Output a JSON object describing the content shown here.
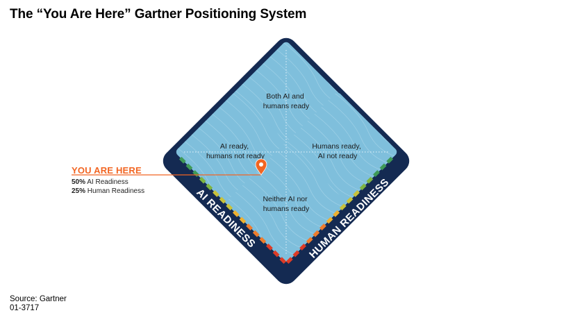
{
  "title": "The “You Are Here” Gartner Positioning System",
  "quadrants": {
    "top": [
      "Both AI and",
      "humans ready"
    ],
    "left": [
      "AI ready,",
      "humans not ready"
    ],
    "right": [
      "Humans ready,",
      "AI not ready"
    ],
    "bottom": [
      "Neither AI nor",
      "humans ready"
    ]
  },
  "axes": {
    "left": "AI READINESS",
    "right": "HUMAN READINESS"
  },
  "marker": {
    "label": "YOU ARE HERE",
    "ai_value": "50%",
    "ai_label": "AI Readiness",
    "human_value": "25%",
    "human_label": "Human Readiness",
    "color": "#f26522",
    "icon": "map-pin-icon"
  },
  "source": {
    "line1": "Source: Gartner",
    "line2": "01-3717"
  },
  "colors": {
    "frame": "#142a52",
    "tile": "#7fbfdc",
    "text": "#1a1a1a",
    "gauge": [
      "#3f9a57",
      "#7db442",
      "#c8c23a",
      "#eeb030",
      "#ee7c2c",
      "#dd3b26"
    ]
  }
}
